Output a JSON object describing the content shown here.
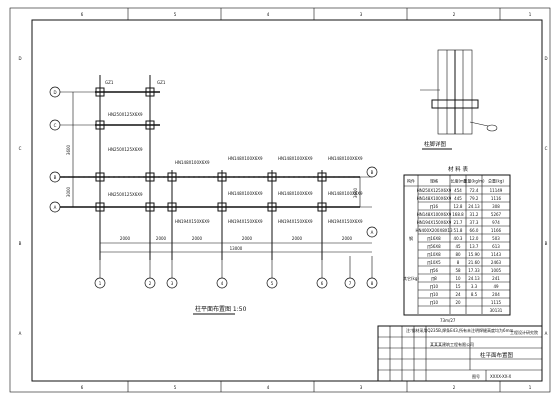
{
  "drawing": {
    "border_numbers_top": [
      "6",
      "5",
      "4",
      "3",
      "2",
      "1"
    ],
    "border_numbers_bottom": [
      "6",
      "5",
      "4",
      "3",
      "2",
      "1"
    ],
    "border_letters_left": [
      "D",
      "C",
      "B",
      "A"
    ],
    "border_letters_right": [
      "D",
      "C",
      "B",
      "A"
    ],
    "column_axes": [
      "1",
      "2",
      "3",
      "4",
      "5",
      "6",
      "7",
      "8"
    ],
    "row_axes": [
      "D",
      "C",
      "B",
      "A"
    ],
    "right_axes": [
      "B",
      "A"
    ],
    "dims_bottom": [
      "2000",
      "2000",
      "2000",
      "2000",
      "2000",
      "2000"
    ],
    "dim_total": "13000",
    "dims_left": [
      "3600",
      "3000"
    ],
    "dim_right": "3600",
    "plan_title": "柱平面布置图 1:50",
    "detail_title": "柱脚详图",
    "table": {
      "title": "材 料 表",
      "headers": [
        "构件",
        "规格",
        "长度(m)",
        "重量(kg/m)",
        "总重(kg)"
      ],
      "rows": [
        [
          "",
          "HN250X125X6X9",
          "454",
          "72.4",
          "11149"
        ],
        [
          "",
          "HN148X100X6X9",
          "445",
          "79.2",
          "1116"
        ],
        [
          "",
          "∏16",
          "12.8",
          "24.13",
          "308"
        ],
        [
          "",
          "HN148X100X6X9",
          "168.8",
          "31.2",
          "5267"
        ],
        [
          "",
          "HN194X150X6X9",
          "21.7",
          "37.3",
          "974"
        ],
        [
          "",
          "HN400X200X8X13",
          "51.8",
          "66.0",
          "1166"
        ],
        [
          "钢",
          "∏16X8",
          "40.3",
          "12.0",
          "503"
        ],
        [
          "",
          "∏56X8",
          "45",
          "13.7",
          "613"
        ],
        [
          "",
          "∏10X8",
          "80",
          "15.90",
          "1143"
        ],
        [
          "",
          "∏10X5",
          "8",
          "21.60",
          "2463"
        ],
        [
          "",
          "∏56",
          "58",
          "17.33",
          "1005"
        ],
        [
          "其它(kg)",
          "∏8",
          "10",
          "24.13",
          "241"
        ],
        [
          "",
          "∏10",
          "15",
          "3.3",
          "49"
        ],
        [
          "",
          "∏10",
          "24",
          "8.5",
          "204"
        ],
        [
          "",
          "∏10",
          "20",
          "",
          "1115"
        ],
        [
          "",
          "",
          "",
          "",
          "30131"
        ]
      ],
      "footnote": "73m/27",
      "note": "注:钢材采用Q235B,焊条E43,所有未注明焊缝高度均为6mm"
    },
    "title_block": {
      "company": "工程设计研究院",
      "project": "某某某建筑工程有限公司",
      "drawing_name": "柱平面布置图",
      "label": "图号",
      "number": "XXXX-XX-X"
    }
  }
}
